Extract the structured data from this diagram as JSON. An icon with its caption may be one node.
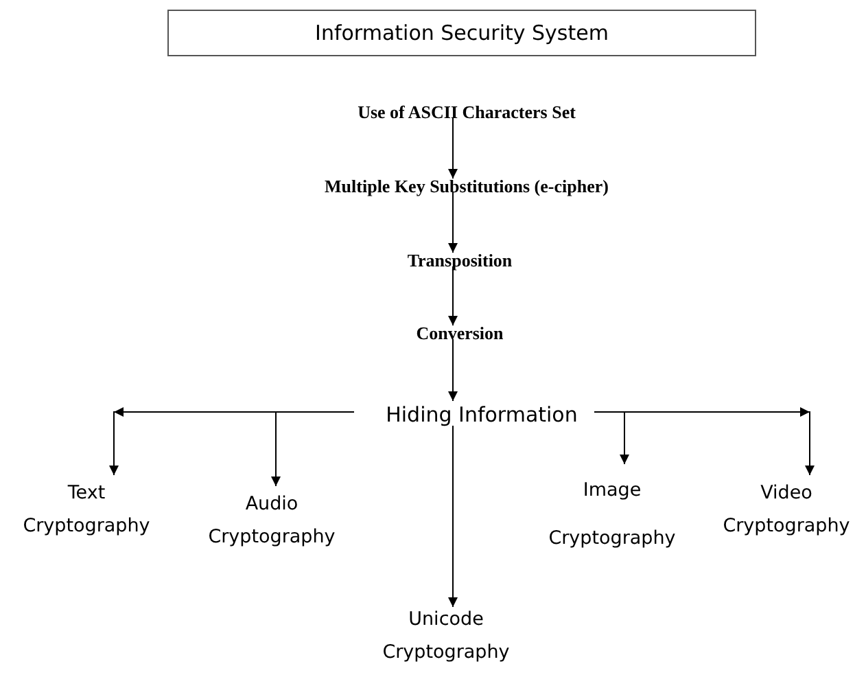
{
  "diagram": {
    "nodes": [
      {
        "text": [
          "Information Security System"
        ]
      },
      {
        "text": [
          "Use of ASCII Characters Set"
        ]
      },
      {
        "text": [
          "Multiple Key Substitutions (e-cipher)"
        ]
      },
      {
        "text": [
          "Transposition"
        ]
      },
      {
        "text": [
          "Conversion"
        ]
      },
      {
        "text": [
          "Hiding Information"
        ]
      },
      {
        "text": [
          "Text Cryptography"
        ]
      },
      {
        "text": [
          "Audio Cryptography"
        ]
      },
      {
        "text": [
          "Image Cryptography"
        ]
      },
      {
        "text": [
          "Video Cryptography"
        ]
      },
      {
        "text": [
          "Unicode Cryptography"
        ]
      }
    ],
    "edges": [
      {
        "from": 1,
        "to": 2,
        "arrow": "to"
      },
      {
        "from": 2,
        "to": 3,
        "arrow": "to"
      },
      {
        "from": 3,
        "to": 4,
        "arrow": "to"
      },
      {
        "from": 4,
        "to": 5,
        "arrow": "to"
      },
      {
        "from": 5,
        "to": 6,
        "arrow": "to"
      },
      {
        "from": 5,
        "to": 7,
        "arrow": "to"
      },
      {
        "from": 5,
        "to": 8,
        "arrow": "to"
      },
      {
        "from": 5,
        "to": 9,
        "arrow": "to"
      },
      {
        "from": 5,
        "to": 10,
        "arrow": "to"
      }
    ]
  }
}
